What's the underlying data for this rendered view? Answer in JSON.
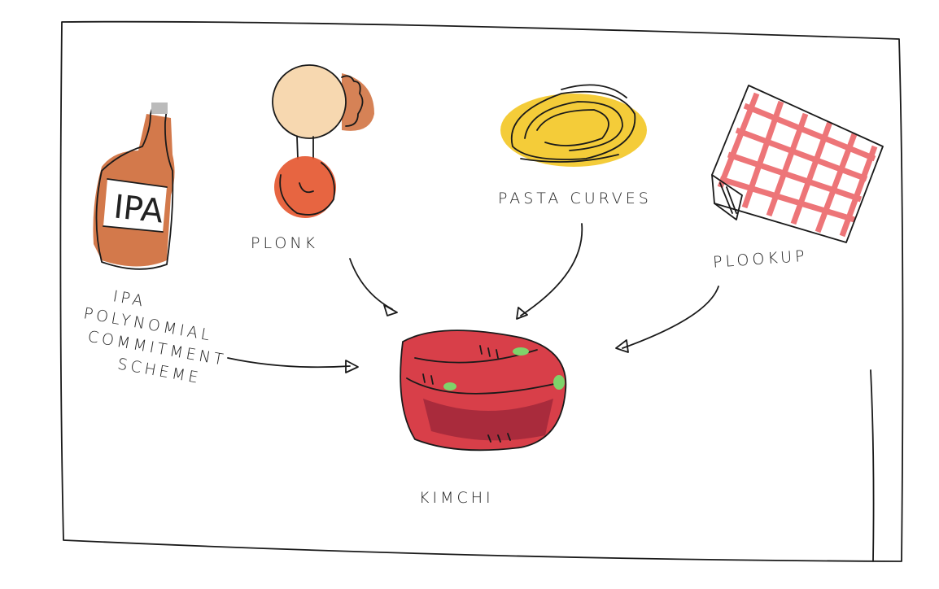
{
  "nodes": {
    "ipa": {
      "label_lines": [
        "IPA",
        "POLYNOMIAL",
        "COMMITMENT",
        "SCHEME"
      ],
      "bottle_text": "IPA"
    },
    "plonk": {
      "label": "PLONK"
    },
    "pasta": {
      "label": "PASTA CURVES"
    },
    "plookup": {
      "label": "PLOOKUP"
    },
    "kimchi": {
      "label": "KIMCHI"
    }
  },
  "edges": [
    {
      "from": "ipa",
      "to": "kimchi"
    },
    {
      "from": "plonk",
      "to": "kimchi"
    },
    {
      "from": "pasta",
      "to": "kimchi"
    },
    {
      "from": "plookup",
      "to": "kimchi"
    }
  ],
  "colors": {
    "ink": "#1a1a1a",
    "bottle": "#c8581e",
    "pasta": "#f3c623",
    "kimchi": "#d42a35",
    "check": "#e8474c",
    "plonk_ball": "#f7d8b0",
    "plonk_flower": "#e4542c"
  }
}
